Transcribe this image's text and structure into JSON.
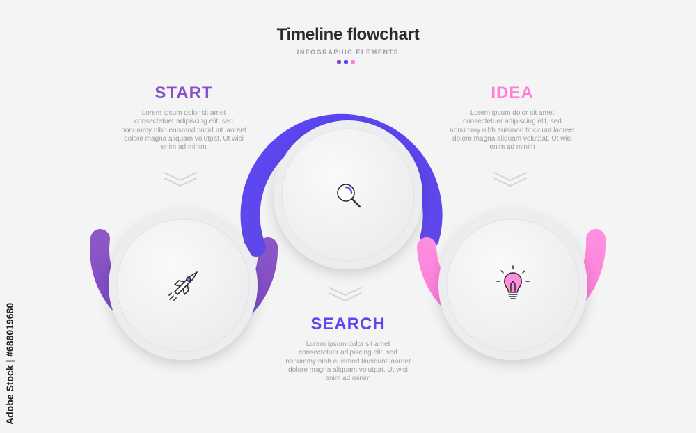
{
  "header": {
    "title": "Timeline flowchart",
    "subtitle": "INFOGRAPHIC ELEMENTS",
    "dot_colors": [
      "#7a4fd8",
      "#5b46f0",
      "#ff7fd6"
    ]
  },
  "steps": [
    {
      "title": "START",
      "color": "#8a52c9",
      "icon": "rocket-icon",
      "text": "Lorem ipsum dolor sit amet consectetuer adipiscing elit, sed nonummy nibh euismod tincidunt laoreet dolore magna aliquam volutpat. Ut wisi enim ad minim"
    },
    {
      "title": "SEARCH",
      "color": "#5b46f0",
      "icon": "magnifier-icon",
      "text": "Lorem ipsum dolor sit amet consectetuer adipiscing elit, sed nonummy nibh euismod tincidunt laoreet dolore magna aliquam volutpat. Ut wisi enim ad minim"
    },
    {
      "title": "IDEA",
      "color": "#ff7fd6",
      "icon": "lightbulb-icon",
      "text": "Lorem ipsum dolor sit amet consectetuer adipiscing elit, sed nonummy nibh euismod tincidunt laoreet dolore magna aliquam volutpat. Ut wisi enim ad minim"
    }
  ],
  "watermark": {
    "stock_id": "Adobe Stock | #688019680"
  }
}
